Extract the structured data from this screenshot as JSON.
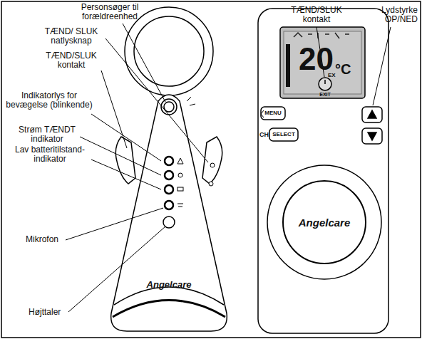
{
  "diagram": {
    "labels": [
      "Personsøger til forældreenhed",
      "TÆND/ SLUK natlysknap",
      "TÆND/SLUK kontakt",
      "Indikatorlys for bevægelse (blinkende)",
      "Strøm TÆNDT indikator",
      "Lav batteritilstand-indikator",
      "Mikrofon",
      "Højttaler",
      "TÆND/SLUK kontakt",
      "Lydstyrke OP/NED",
      "Angelcare",
      "Angelcare",
      "20",
      "°C",
      "MENU",
      "CH",
      "SELECT",
      "EX",
      "EXIT"
    ]
  }
}
